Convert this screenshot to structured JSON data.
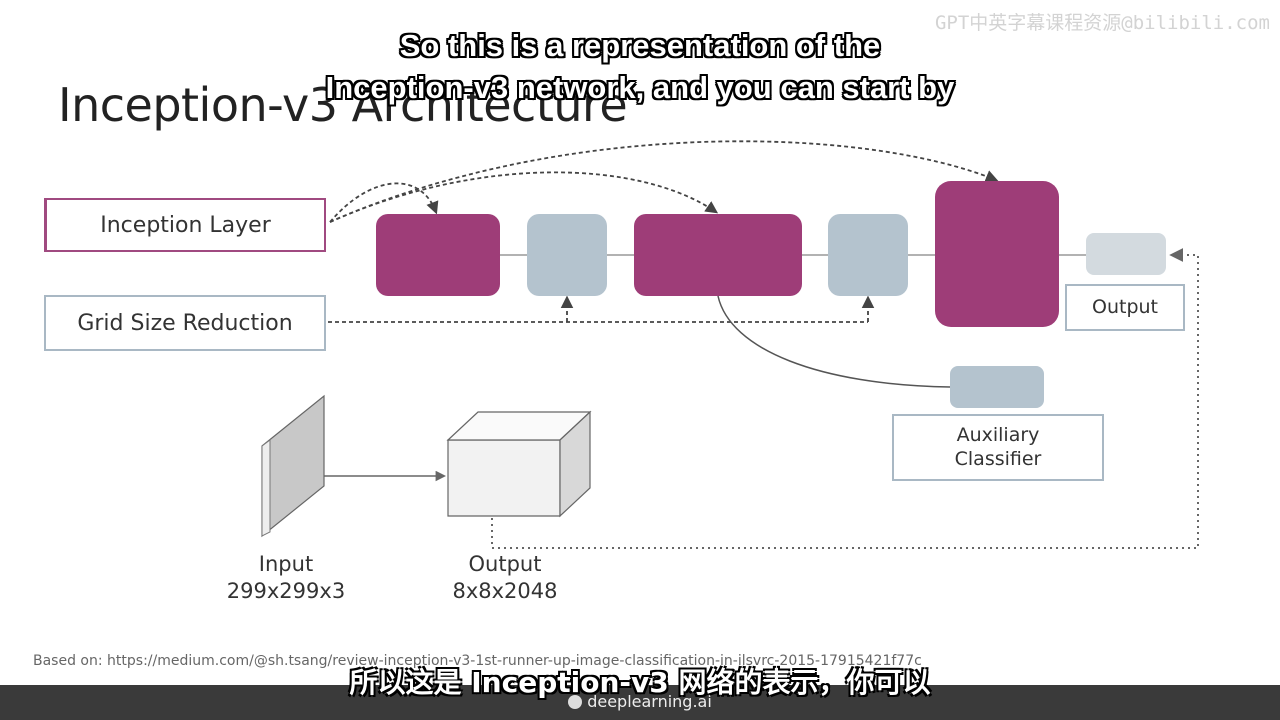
{
  "slide": {
    "title": "Inception-v3 Architecture",
    "legend": {
      "inception_layer": "Inception Layer",
      "grid_size_reduction": "Grid Size Reduction"
    },
    "output_label": "Output",
    "auxiliary_classifier": [
      "Auxiliary",
      "Classifier"
    ],
    "input_caption": [
      "Input",
      "299x299x3"
    ],
    "output_caption": [
      "Output",
      "8x8x2048"
    ],
    "source_note": "Based on: https://medium.com/@sh.tsang/review-inception-v3-1st-runner-up-image-classification-in-ilsvrc-2015-17915421f77c"
  },
  "subtitles": {
    "english_line1": "So this is a representation of the",
    "english_line2": "Inception-v3 network, and you can start by",
    "chinese": "所以这是 Inception-v3 网络的表示，你可以"
  },
  "watermark": "GPT中英字幕课程资源@bilibili.com",
  "brand": "deeplearning.ai",
  "colors": {
    "inception_block": "#9e3d78",
    "reduction_block": "#b4c3ce",
    "subtitle_text": "#ffffff",
    "bottom_bar": "#3a3a3a"
  }
}
